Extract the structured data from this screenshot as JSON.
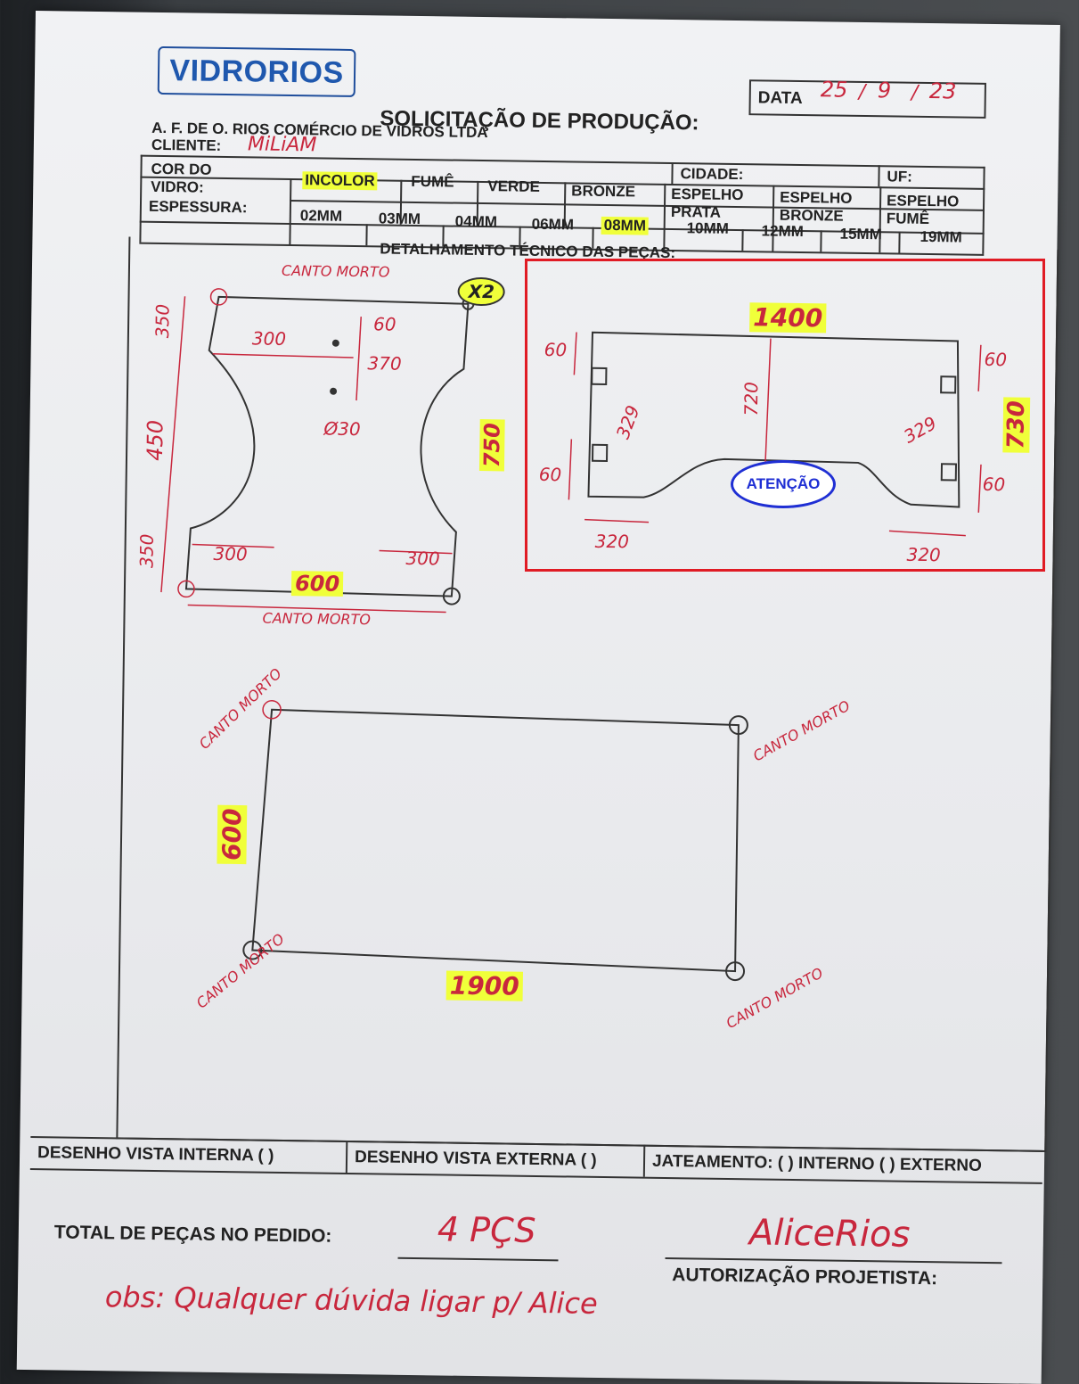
{
  "header": {
    "logo": "VIDRORIOS",
    "date_label": "DATA",
    "date_day": "25",
    "date_month": "9",
    "date_year": "23",
    "title": "SOLICITAÇÃO DE PRODUÇÃO:",
    "company": "A. F. DE O. RIOS COMÉRCIO DE VIDROS LTDA",
    "cliente_label": "CLIENTE:",
    "cliente_value": "MiLiAM",
    "cidade_label": "CIDADE:",
    "uf_label": "UF:"
  },
  "glass": {
    "cor_label_1": "COR DO",
    "cor_label_2": "VIDRO:",
    "colors": [
      "INCOLOR",
      "FUMÊ",
      "VERDE",
      "BRONZE"
    ],
    "espelho": [
      [
        "ESPELHO",
        "PRATA"
      ],
      [
        "ESPELHO",
        "BRONZE"
      ],
      [
        "ESPELHO",
        "FUMÊ"
      ]
    ],
    "selected_color": "INCOLOR",
    "espessura_label": "ESPESSURA:",
    "thicknesses": [
      "02MM",
      "03MM",
      "04MM",
      "06MM",
      "08MM",
      "10MM",
      "12MM",
      "15MM",
      "19MM"
    ],
    "selected_thickness": "08MM"
  },
  "detail": {
    "section_title": "DETALHAMENTO TÉCNICO DAS PEÇAS:",
    "piece1": {
      "quantity": "X2",
      "width": "600",
      "height": "750",
      "dims": [
        "350",
        "450",
        "350",
        "300",
        "60",
        "370",
        "Ø30",
        "300",
        "300"
      ],
      "corner_top": "CANTO MORTO",
      "corner_bottom": "CANTO MORTO"
    },
    "piece2": {
      "width": "1400",
      "height": "730",
      "dims": [
        "60",
        "60",
        "329",
        "720",
        "329",
        "60",
        "60",
        "320",
        "320"
      ],
      "note": "ATENÇÃO"
    },
    "piece3": {
      "width": "1900",
      "height": "600",
      "corners": [
        "CANTO MORTO",
        "CANTO MORTO",
        "CANTO MORTO",
        "CANTO MORTO"
      ]
    }
  },
  "footer": {
    "vista_interna": "DESENHO VISTA INTERNA ( )",
    "vista_externa": "DESENHO VISTA EXTERNA ( )",
    "jateamento": "JATEAMENTO: ( ) INTERNO ( ) EXTERNO",
    "total_label": "TOTAL DE PEÇAS NO PEDIDO:",
    "total_value": "4 PÇS",
    "signature": "AliceRios",
    "autorizacao": "AUTORIZAÇÃO PROJETISTA:",
    "obs": "obs: Qualquer dúvida ligar p/ Alice"
  },
  "colors": {
    "ink_red": "#c8273d",
    "highlight": "#f0ff3a",
    "logo_blue": "#1f58ae",
    "annotation_red": "#e01b24",
    "annotation_blue": "#1f2fd4"
  }
}
